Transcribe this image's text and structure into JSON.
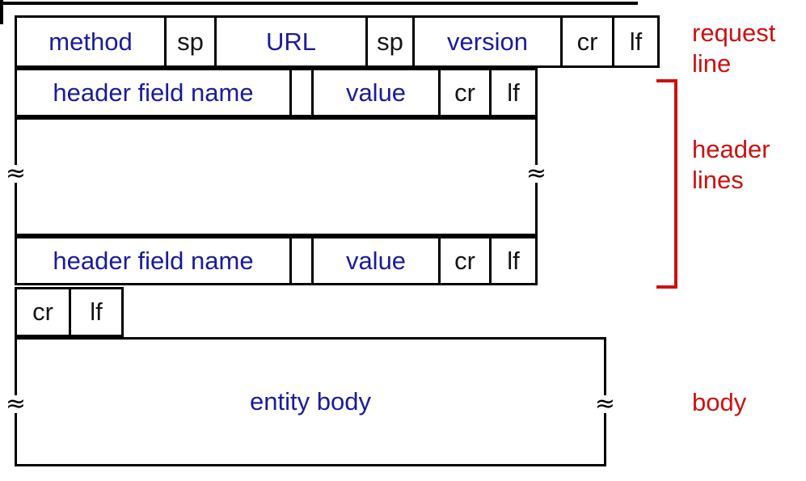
{
  "colors": {
    "box_border": "#000000",
    "field_label_blue": "#1b1b9d",
    "control_char_black": "#141414",
    "annotation_red": "#cc1111"
  },
  "tilde": "≈",
  "request_line_row": {
    "cells": [
      "method",
      "sp",
      "URL",
      "sp",
      "version",
      "cr",
      "lf"
    ]
  },
  "header_rows": [
    {
      "cells": [
        "header field name",
        "",
        "value",
        "cr",
        "lf"
      ]
    },
    {
      "cells": [
        "header field name",
        "",
        "value",
        "cr",
        "lf"
      ]
    }
  ],
  "crlf_row": {
    "cells": [
      "cr",
      "lf"
    ]
  },
  "entity_body_box": {
    "label": "entity body"
  },
  "annotations": {
    "request_line": [
      "request",
      "line"
    ],
    "header_lines": [
      "header",
      "lines"
    ],
    "body": "body"
  }
}
